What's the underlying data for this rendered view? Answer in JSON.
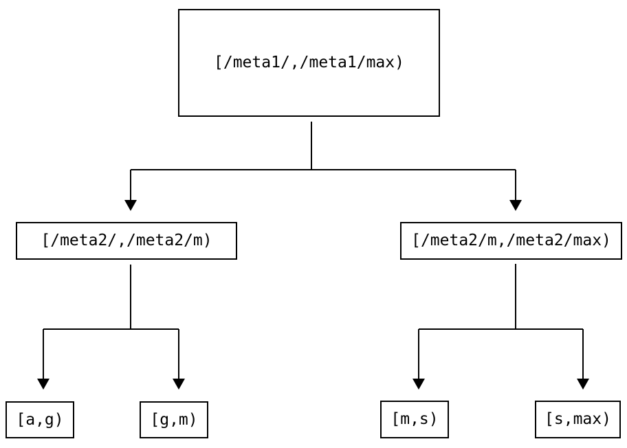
{
  "diagram": {
    "type": "tree",
    "nodes": {
      "root": {
        "id": "root",
        "label": "[/meta1/,/meta1/max)"
      },
      "level1_left": {
        "id": "level1_left",
        "label": "[/meta2/,/meta2/m)"
      },
      "level1_right": {
        "id": "level1_right",
        "label": "[/meta2/m,/meta2/max)"
      },
      "leaf_ag": {
        "id": "leaf_ag",
        "label": "[a,g)"
      },
      "leaf_gm": {
        "id": "leaf_gm",
        "label": "[g,m)"
      },
      "leaf_ms": {
        "id": "leaf_ms",
        "label": "[m,s)"
      },
      "leaf_smax": {
        "id": "leaf_smax",
        "label": "[s,max)"
      }
    },
    "edges": [
      {
        "from": "root",
        "to": "level1_left"
      },
      {
        "from": "root",
        "to": "level1_right"
      },
      {
        "from": "level1_left",
        "to": "leaf_ag"
      },
      {
        "from": "level1_left",
        "to": "leaf_gm"
      },
      {
        "from": "level1_right",
        "to": "leaf_ms"
      },
      {
        "from": "level1_right",
        "to": "leaf_smax"
      }
    ],
    "colors": {
      "background": "#ffffff",
      "box_fill": "#ffffff",
      "box_border": "#000000",
      "line": "#000000",
      "text": "#000000"
    }
  }
}
